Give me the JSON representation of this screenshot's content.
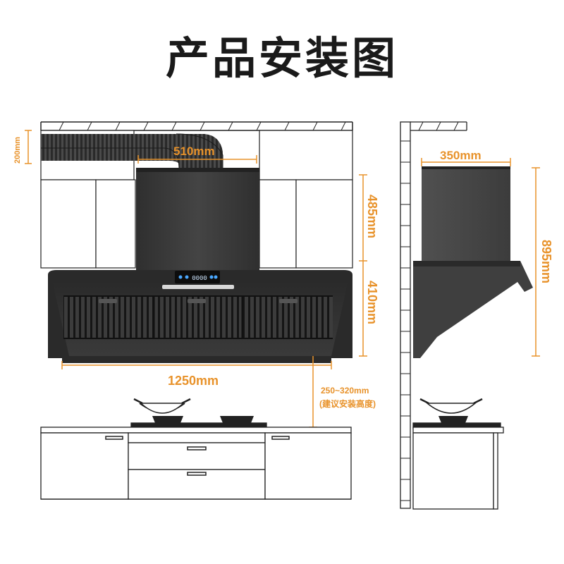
{
  "title": "产品安装图",
  "dimensions": {
    "duct_height": "200mm",
    "duct_width": "510mm",
    "chimney_height": "485mm",
    "hood_height": "410mm",
    "hood_width": "1250mm",
    "install_height": "250~320mm",
    "install_note": "(建议安装高度)",
    "side_depth": "350mm",
    "total_height": "895mm"
  },
  "control_panel": {
    "display": "0000"
  },
  "colors": {
    "accent": "#e8922a",
    "hood": "#3a3a3a",
    "hood_dark": "#1c1c1c",
    "line": "#222222"
  }
}
